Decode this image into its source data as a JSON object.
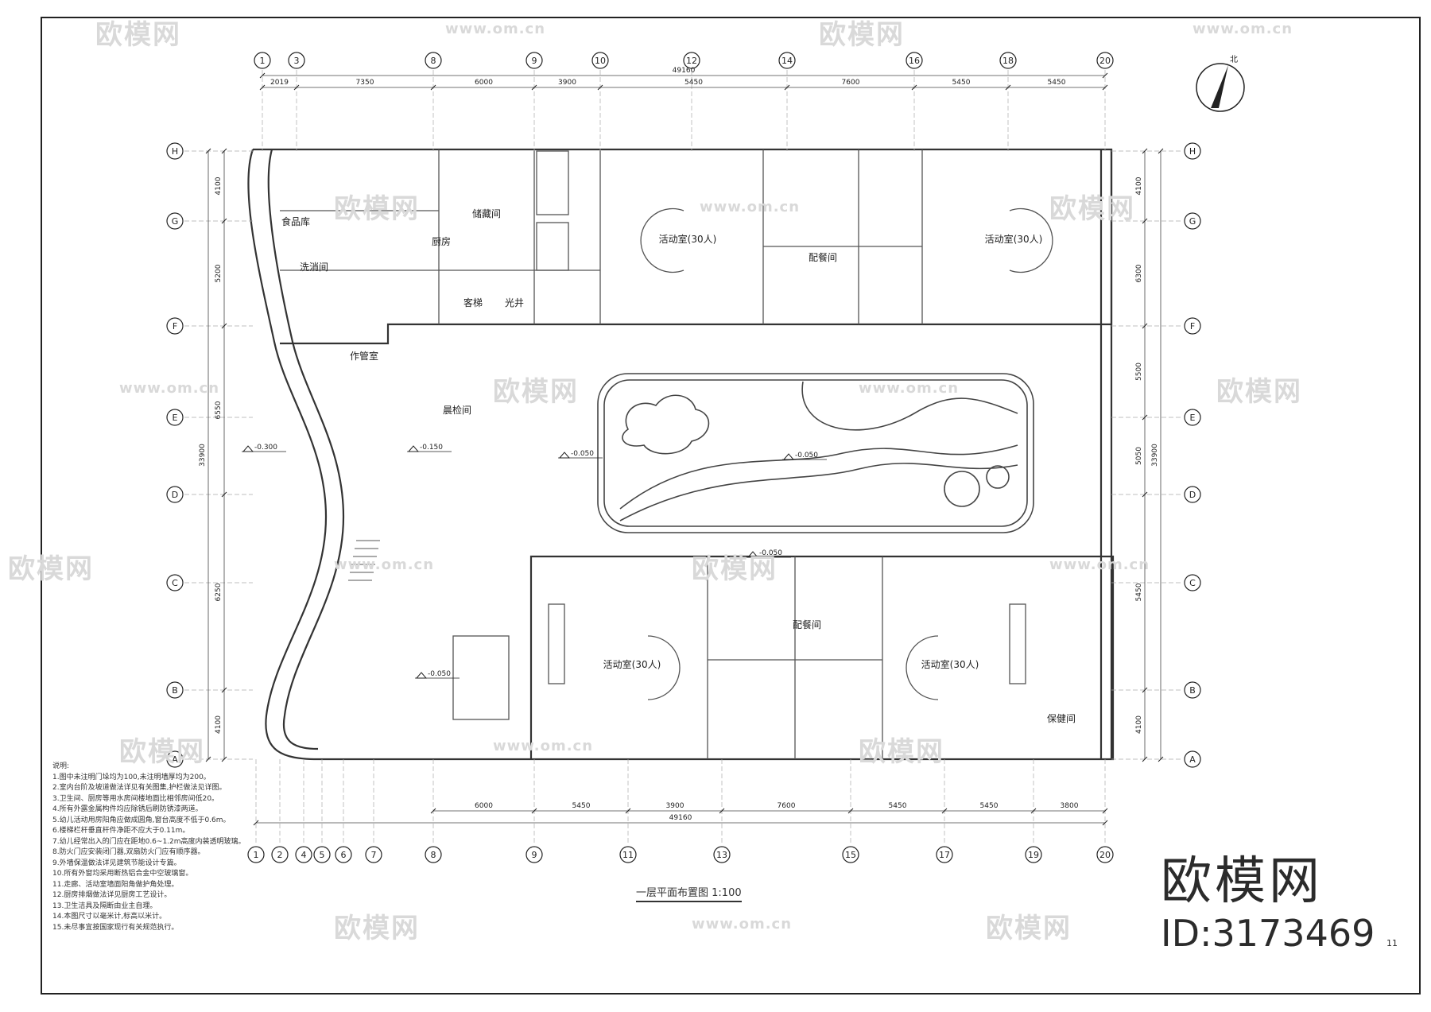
{
  "drawing": {
    "title": "一层平面布置图",
    "scale": "1:100",
    "sheet_no": "11"
  },
  "brand": {
    "name": "欧模网",
    "id": "ID:3173469",
    "watermark_text": "欧模网",
    "watermark_url": "www.om.cn"
  },
  "grid_axes": {
    "top": [
      "1",
      "3",
      "8",
      "9",
      "10",
      "12",
      "14",
      "16",
      "18",
      "20"
    ],
    "bottom": [
      "1",
      "2",
      "4",
      "5",
      "6",
      "7",
      "8",
      "9",
      "11",
      "13",
      "15",
      "17",
      "19",
      "20"
    ],
    "rows": [
      "H",
      "G",
      "F",
      "E",
      "D",
      "C",
      "B",
      "A"
    ]
  },
  "dimensions": {
    "top_overall": "49160",
    "top_bays": [
      "2019",
      "7350",
      "6000",
      "3900",
      "5450",
      "7600",
      "5450",
      "5450"
    ],
    "bottom_overall": "49160",
    "bottom_bays": [
      "6000",
      "5450",
      "3900",
      "7600",
      "5450",
      "5450",
      "3800"
    ],
    "left_total": "33900",
    "right_total": "33900",
    "left_bays": [
      "4100",
      "5200",
      "6550",
      "6250",
      "4100"
    ],
    "right_bays": [
      "4100",
      "6300",
      "5500",
      "5050",
      "5450",
      "4100"
    ]
  },
  "rooms": [
    {
      "label": "活动室(30人)"
    },
    {
      "label": "活动室(30人)"
    },
    {
      "label": "活动室(30人)"
    },
    {
      "label": "活动室(30人)"
    },
    {
      "label": "配餐间"
    },
    {
      "label": "配餐间"
    },
    {
      "label": "厨房"
    },
    {
      "label": "洗消间"
    },
    {
      "label": "储藏间"
    },
    {
      "label": "作管室"
    },
    {
      "label": "客梯"
    },
    {
      "label": "光井"
    },
    {
      "label": "保健间"
    },
    {
      "label": "食品库"
    },
    {
      "label": "晨检间"
    }
  ],
  "levels": [
    "-0.300",
    "-0.150",
    "-0.050",
    "-0.050",
    "-0.050",
    "-0.050"
  ],
  "notes": {
    "heading": "说明:",
    "lines": [
      "1.图中未注明门垛均为100,未注明墙厚均为200。",
      "2.室内台阶及坡道做法详见有关图集,护栏做法见详图。",
      "3.卫生间、厨房等用水房间楼地面比相邻房间低20。",
      "4.所有外露金属构件均应除锈后刷防锈漆两道。",
      "5.幼儿活动用房阳角应做成圆角,窗台高度不低于0.6m。",
      "6.楼梯栏杆垂直杆件净距不应大于0.11m。",
      "7.幼儿经常出入的门应在距地0.6~1.2m高度内装透明玻璃。",
      "8.防火门应安装闭门器,双扇防火门应有顺序器。",
      "9.外墙保温做法详见建筑节能设计专篇。",
      "10.所有外窗均采用断热铝合金中空玻璃窗。",
      "11.走廊、活动室墙面阳角做护角处理。",
      "12.厨房排烟做法详见厨房工艺设计。",
      "13.卫生洁具及隔断由业主自理。",
      "14.本图尺寸以毫米计,标高以米计。",
      "15.未尽事宜按国家现行有关规范执行。"
    ]
  }
}
